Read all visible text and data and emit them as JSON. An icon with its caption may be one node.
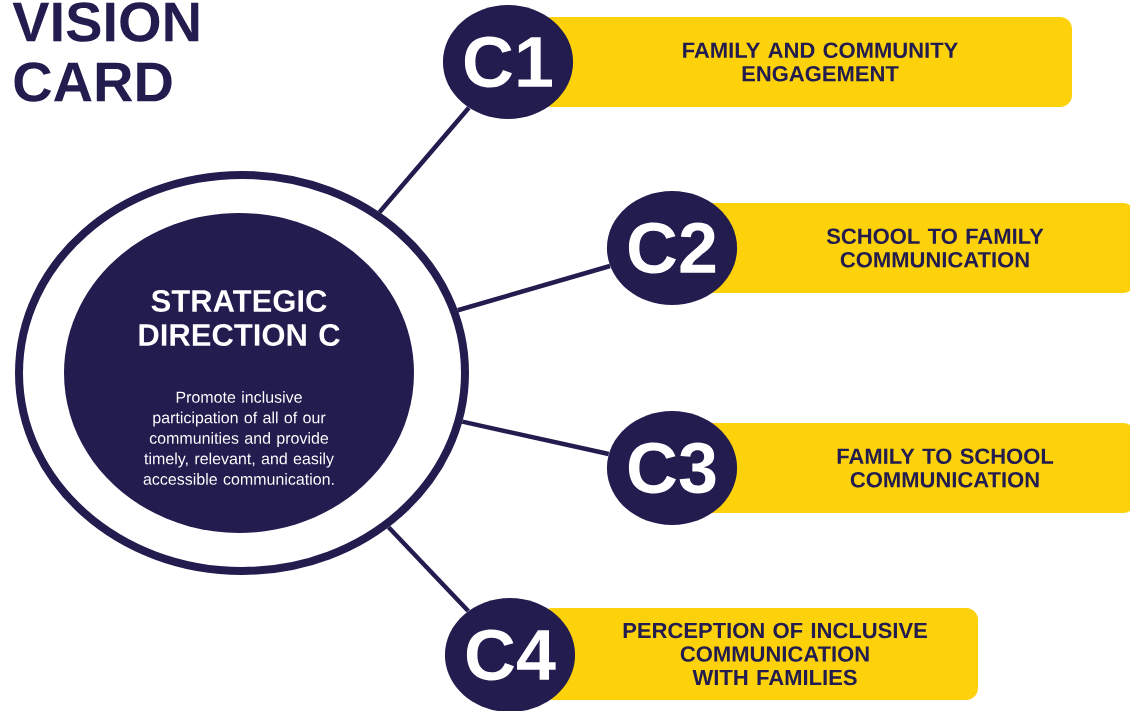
{
  "diagram": {
    "title": "VISION CARD",
    "nodes": [
      {
        "text": [
          "STRATEGIC DIRECTION C",
          "Promote inclusive participation of all of our communities and provide timely, relevant, and easily accessible communication."
        ]
      },
      {
        "text": [
          "C1"
        ]
      },
      {
        "text": [
          "FAMILY AND COMMUNITY ENGAGEMENT"
        ]
      },
      {
        "text": [
          "C2"
        ]
      },
      {
        "text": [
          "SCHOOL TO FAMILY COMMUNICATION"
        ]
      },
      {
        "text": [
          "C3"
        ]
      },
      {
        "text": [
          "FAMILY TO SCHOOL COMMUNICATION"
        ]
      },
      {
        "text": [
          "C4"
        ]
      },
      {
        "text": [
          "PERCEPTION OF INCLUSIVE COMMUNICATION WITH FAMILIES"
        ]
      }
    ],
    "edges": [
      {
        "from": 0,
        "to": 1,
        "arrow": "none"
      },
      {
        "from": 0,
        "to": 3,
        "arrow": "none"
      },
      {
        "from": 0,
        "to": 5,
        "arrow": "none"
      },
      {
        "from": 0,
        "to": 7,
        "arrow": "none"
      }
    ]
  }
}
